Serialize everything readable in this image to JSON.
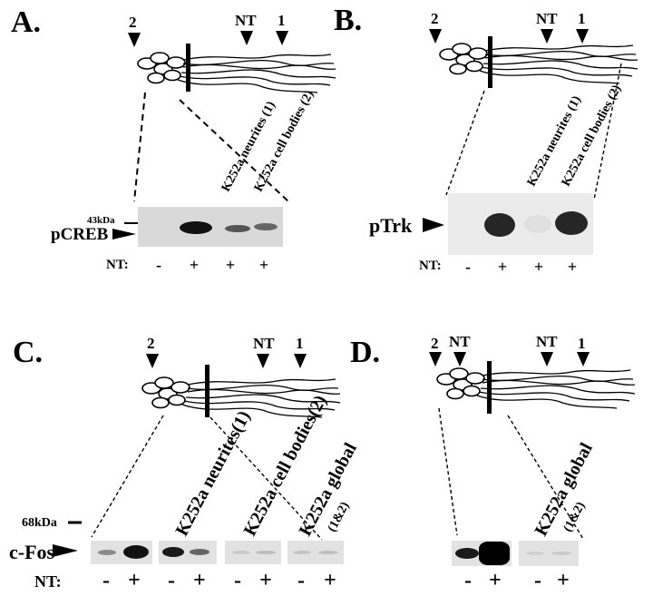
{
  "panels": {
    "A": {
      "label": "A.",
      "arrows": [
        "2",
        "NT",
        "1"
      ],
      "columns": [
        "K252a neurites (1)",
        "K252a cell bodies (2)"
      ],
      "marker": "43kDa",
      "protein": "pCREB",
      "nt_label": "NT:",
      "signs": [
        "-",
        "+",
        "+",
        "+"
      ]
    },
    "B": {
      "label": "B.",
      "arrows": [
        "2",
        "NT",
        "1"
      ],
      "columns": [
        "K252a neurites (1)",
        "K252a cell bodies (2)"
      ],
      "protein": "pTrk",
      "nt_label": "NT:",
      "signs": [
        "-",
        "+",
        "+",
        "+"
      ]
    },
    "C": {
      "label": "C.",
      "arrows": [
        "2",
        "NT",
        "1"
      ],
      "columns": [
        "K252a neurites(1)",
        "K252a cell bodies(2)",
        "K252a global",
        "(1&2)"
      ],
      "marker": "68kDa",
      "protein": "c-Fos",
      "nt_label": "NT:",
      "signs": [
        "-",
        "+",
        "-",
        "+",
        "-",
        "+",
        "-",
        "+"
      ]
    },
    "D": {
      "label": "D.",
      "arrows": [
        "2",
        "NT",
        "NT",
        "1"
      ],
      "columns": [
        "K252a global",
        "(1&2)"
      ],
      "signs": [
        "-",
        "+",
        "-",
        "+"
      ]
    }
  }
}
